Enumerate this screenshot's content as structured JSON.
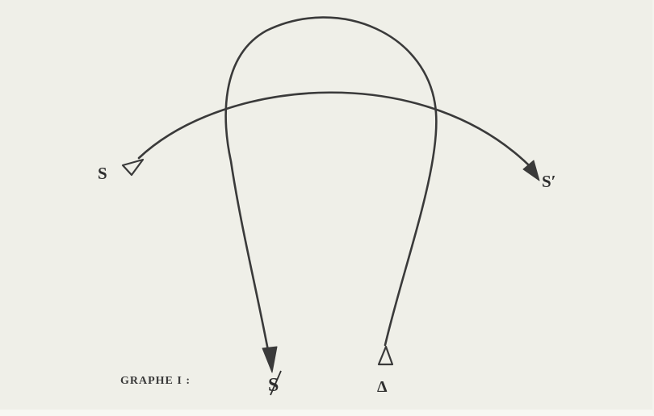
{
  "caption": "GRAPHE I :",
  "nodes": {
    "s": "S",
    "s_prime": "S′",
    "s_barred": "S",
    "delta": "Δ"
  },
  "colors": {
    "background": "#efefe8",
    "ink": "#3a3a3a"
  }
}
